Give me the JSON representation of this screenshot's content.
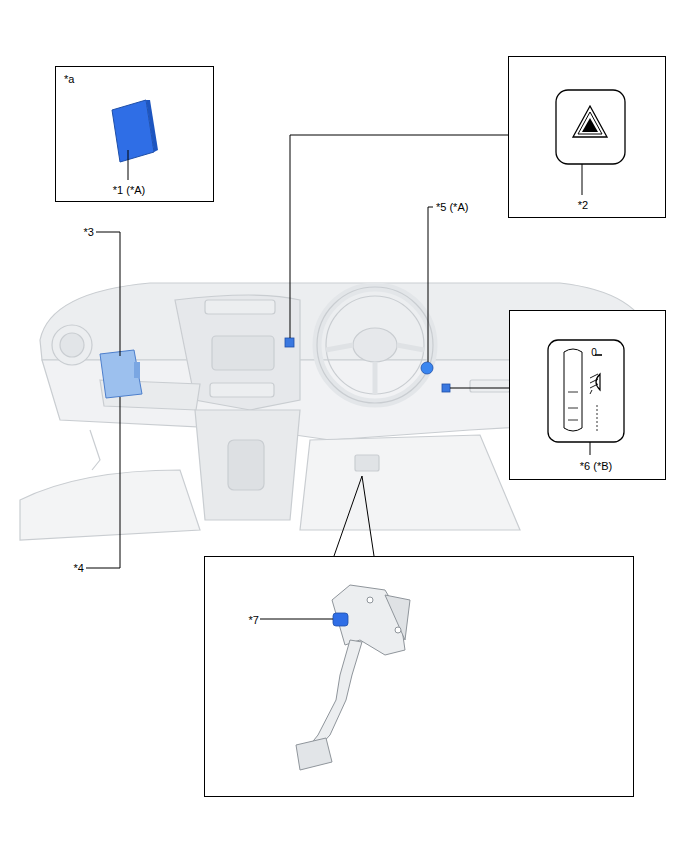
{
  "diagram": {
    "nodes": [
      {
        "text": [
          "*a",
          "*1 (*A)"
        ]
      },
      {
        "text": [
          "*2"
        ]
      },
      {
        "text": [
          "*6 (*B)"
        ]
      },
      {
        "text": [
          "*7"
        ]
      }
    ],
    "labels": [
      "*3",
      "*4",
      "*5 (*A)",
      "0"
    ]
  }
}
